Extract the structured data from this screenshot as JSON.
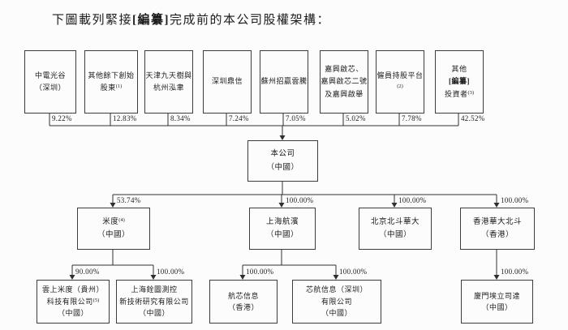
{
  "title": {
    "pre": "下圖載列緊接",
    "redacted": "[編纂]",
    "post": "完成前的本公司股權架構："
  },
  "colors": {
    "line": "#2f2f2f",
    "text": "#1c1c1c",
    "paper": "#fcfcfc"
  },
  "level1": [
    {
      "name": "中電光谷\n（深圳）",
      "pct": "9.22%"
    },
    {
      "name": "其他餘下創始\n股東",
      "sup": "(1)",
      "pct": "12.83%"
    },
    {
      "name": "天津九天樹與\n杭州泓聿",
      "pct": "8.34%"
    },
    {
      "name": "深圳鼎信",
      "pct": "7.24%"
    },
    {
      "name": "蘇州招贏雲騰",
      "pct": "7.05%"
    },
    {
      "name": "嘉興啟芯、\n嘉興啟芯二號\n及嘉興啟舉",
      "pct": "5.02%"
    },
    {
      "name": "僱員持股平台",
      "sup": "(2)",
      "pct": "7.78%"
    },
    {
      "pre": "其他",
      "redacted": "[編纂]",
      "post": "投資者",
      "sup": "(3)",
      "pct": "42.52%"
    }
  ],
  "company": {
    "name": "本公司",
    "region": "（中國）"
  },
  "level2": [
    {
      "name": "米度",
      "sup": "(4)",
      "region": "（中國）",
      "pct": "53.74%"
    },
    {
      "name": "上海航濱",
      "region": "（中國）",
      "pct": "100.00%"
    },
    {
      "name": "北京北斗華大",
      "region": "（中國）",
      "pct": "100.00%"
    },
    {
      "name": "香港華大北斗",
      "region": "（香港）",
      "pct": "100.00%"
    }
  ],
  "level3": [
    {
      "line1": "雲上米度（貴州）",
      "line2": "科技有限公司",
      "sup": "(5)",
      "region": "（中國）",
      "pct": "90.00%"
    },
    {
      "name": "上海銓圖測控\n新技術研究有限公司",
      "region": "（中國）",
      "pct": "100.00%"
    },
    {
      "name": "航芯信息",
      "region": "（香港）",
      "pct": "100.00%"
    },
    {
      "name": "芯航信息（深圳）\n有限公司",
      "region": "（中國）",
      "pct": "100.00%"
    },
    {
      "name": "廈門埃立司達",
      "region": "（中國）",
      "pct": "100.00%"
    }
  ]
}
